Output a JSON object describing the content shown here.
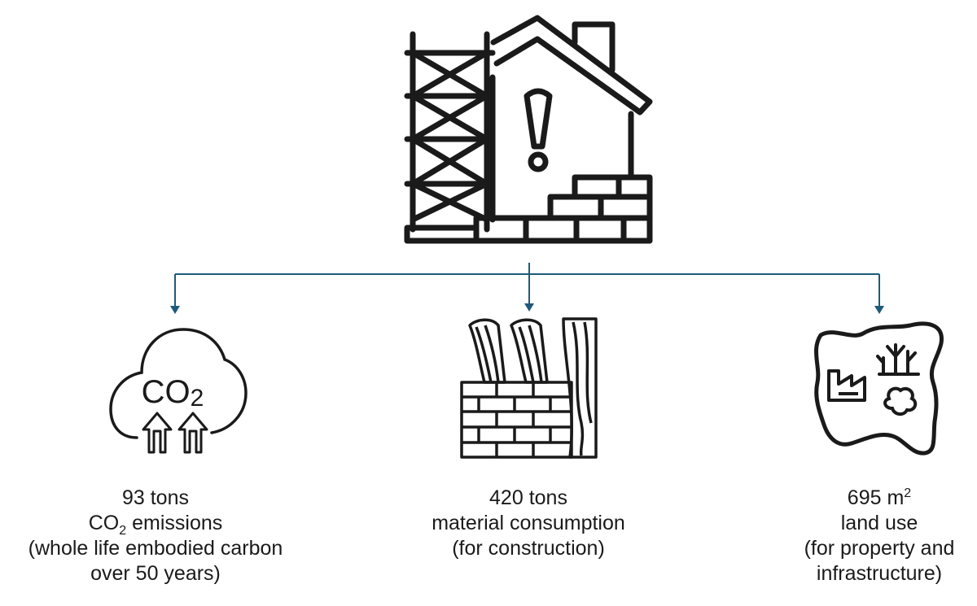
{
  "co2_icon_text": {
    "main": "CO",
    "sub": "2"
  },
  "items": [
    {
      "icon": "co2-cloud-icon",
      "value_line": "93 tons",
      "metric_line": {
        "prefix": "CO",
        "sub": "2",
        "suffix": " emissions"
      },
      "note_lines": [
        "(whole life embodied carbon",
        "over 50 years)"
      ]
    },
    {
      "icon": "bricks-and-timber-icon",
      "value_line": "420 tons",
      "metric_line": "material consumption",
      "note_lines": [
        "(for construction)"
      ]
    },
    {
      "icon": "land-area-icon",
      "value_line": {
        "prefix": "695 m",
        "sup": "2"
      },
      "metric_line": "land use",
      "note_lines": [
        "(for property and",
        "infrastructure)"
      ]
    }
  ],
  "top_icon": "house-under-construction-icon",
  "colors": {
    "connector": "#1f5a7a",
    "icon": "#1a1a1a"
  }
}
